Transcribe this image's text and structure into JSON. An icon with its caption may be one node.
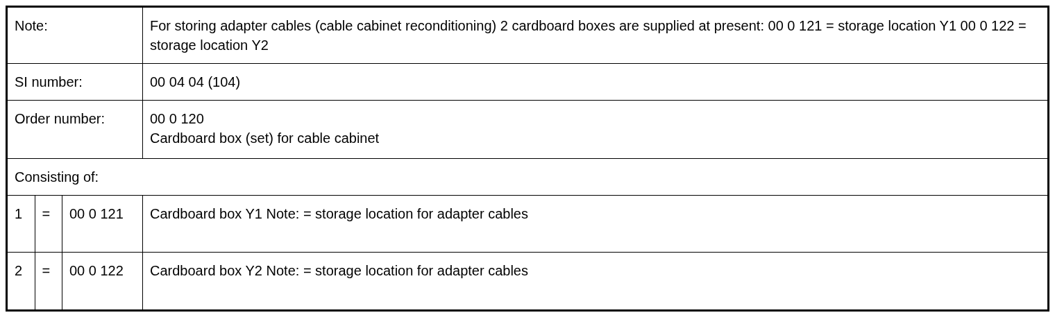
{
  "diagram": {
    "labels": [
      "Note:",
      "For storing adapter cables (cable cabinet reconditioning) 2 cardboard boxes are supplied at present: 00 0 121 = storage location Y1 00 0 122 = storage location Y2",
      "SI number:",
      "00 04 04 (104)",
      "Order number:",
      "00 0 120",
      "Cardboard box (set) for cable cabinet",
      "Consisting of:",
      "1",
      "=",
      "00 0 121",
      "Cardboard box Y1 Note: = storage location for adapter cables",
      "2",
      "=",
      "00 0 122",
      "Cardboard box Y2 Note: = storage location for adapter cables"
    ]
  }
}
